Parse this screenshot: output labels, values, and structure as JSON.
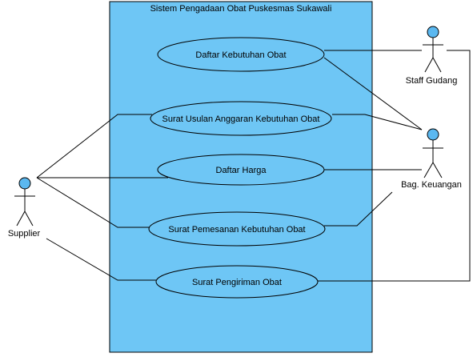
{
  "system": {
    "title": "Sistem Pengadaan Obat Puskesmas Sukawali",
    "fill_color": "#6ec6f5",
    "border_color": "#000000"
  },
  "use_cases": [
    {
      "label": "Daftar Kebutuhan Obat"
    },
    {
      "label": "Surat Usulan Anggaran Kebutuhan Obat"
    },
    {
      "label": "Daftar Harga"
    },
    {
      "label": "Surat Pemesanan Kebutuhan Obat"
    },
    {
      "label": "Surat Pengiriman Obat"
    }
  ],
  "actors": {
    "supplier": {
      "label": "Supplier"
    },
    "staff_gudang": {
      "label": "Staff Gudang"
    },
    "bag_keuangan": {
      "label": "Bag. Keuangan"
    }
  },
  "colors": {
    "use_case_fill": "#6ec6f5",
    "actor_head": "#5bb8f0",
    "line": "#000000"
  }
}
